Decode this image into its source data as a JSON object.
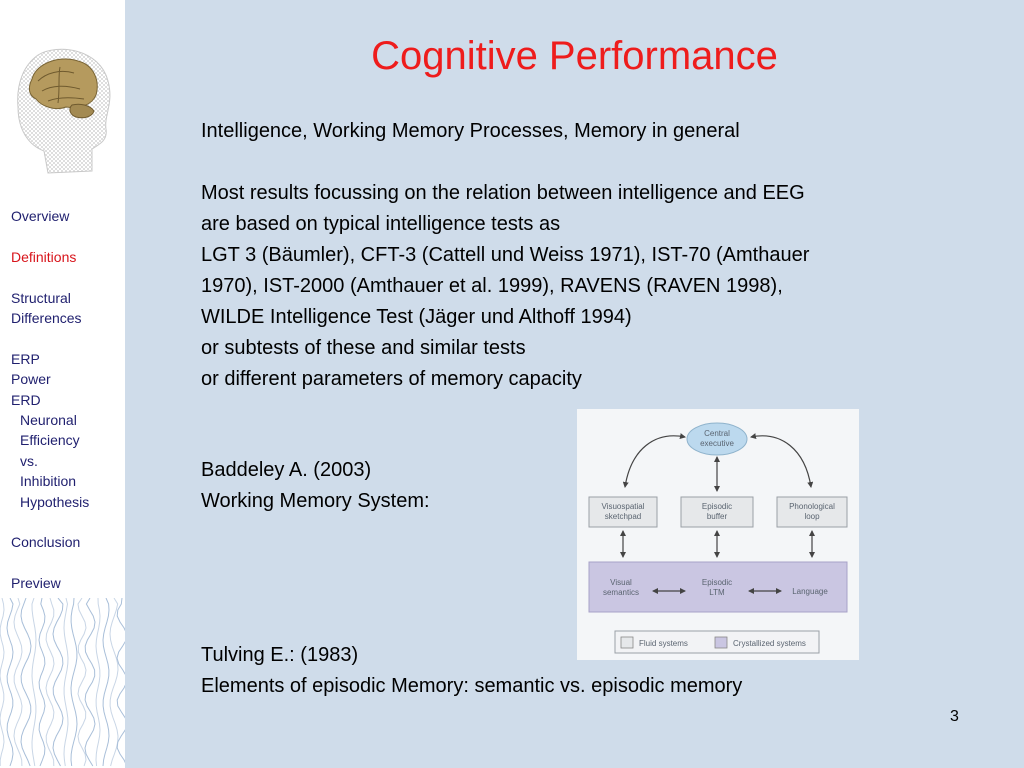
{
  "sidebar": {
    "nav": [
      {
        "label": "Overview"
      },
      {
        "label": "Definitions"
      },
      {
        "label": "Structural"
      },
      {
        "label": "Differences"
      },
      {
        "label": "ERP"
      },
      {
        "label": "Power"
      },
      {
        "label": "ERD"
      },
      {
        "label": "Neuronal"
      },
      {
        "label": "Efficiency"
      },
      {
        "label": "vs."
      },
      {
        "label": "Inhibition"
      },
      {
        "label": "Hypothesis"
      },
      {
        "label": "Conclusion"
      },
      {
        "label": "Preview"
      }
    ]
  },
  "slide": {
    "title": "Cognitive Performance",
    "line1": "Intelligence, Working Memory Processes, Memory in general",
    "body": [
      "Most results focussing on the relation between intelligence and EEG",
      "are based on typical intelligence tests as",
      "LGT 3 (Bäumler), CFT-3 (Cattell und Weiss 1971), IST-70 (Amthauer",
      "1970), IST-2000 (Amthauer et al. 1999), RAVENS (RAVEN 1998),",
      "WILDE Intelligence Test (Jäger und Althoff 1994)",
      "or subtests of these and similar tests",
      "or different parameters of memory capacity"
    ],
    "baddeley": [
      "Baddeley A. (2003)",
      "Working Memory System:"
    ],
    "tulving": [
      "Tulving E.: (1983)",
      "Elements of episodic Memory: semantic vs. episodic memory"
    ],
    "page_number": "3"
  },
  "diagram": {
    "central": [
      "Central",
      "executive"
    ],
    "visuo": [
      "Visuospatial",
      "sketchpad"
    ],
    "episodic": [
      "Episodic",
      "buffer"
    ],
    "phono": [
      "Phonological",
      "loop"
    ],
    "visual": [
      "Visual",
      "semantics"
    ],
    "ltm": [
      "Episodic",
      "LTM"
    ],
    "language": "Language",
    "legend_fluid": "Fluid systems",
    "legend_crystal": "Crystallized systems"
  },
  "colors": {
    "title": "#ee1c1c",
    "nav_active": "#d8141b",
    "slide_bg": "#cfdcea"
  }
}
